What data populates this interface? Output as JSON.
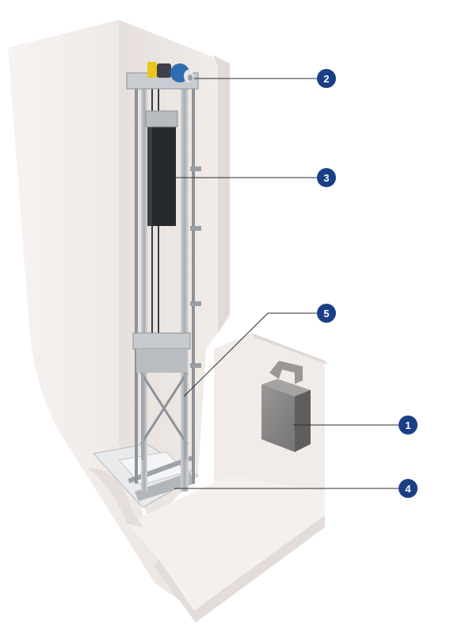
{
  "figure": {
    "colors": {
      "callout_badge": "#1b3f86",
      "leader_line": "#2b2b2b",
      "shaft_wall": "#efe9e6",
      "shaft_wall_shade": "#ddd4cf",
      "rail_metal": "#b9bcc0",
      "counterweight": "#262a2e",
      "motor_blue": "#2f6db3",
      "motor_yellow": "#e8c61a",
      "controller_box": "#8a8887"
    },
    "callouts": [
      {
        "id": "c2",
        "label": "2",
        "target": "drive-motor"
      },
      {
        "id": "c3",
        "label": "3",
        "target": "counterweight"
      },
      {
        "id": "c5",
        "label": "5",
        "target": "guide-rail"
      },
      {
        "id": "c1",
        "label": "1",
        "target": "control-cabinet"
      },
      {
        "id": "c4",
        "label": "4",
        "target": "shaft-pit"
      }
    ]
  }
}
